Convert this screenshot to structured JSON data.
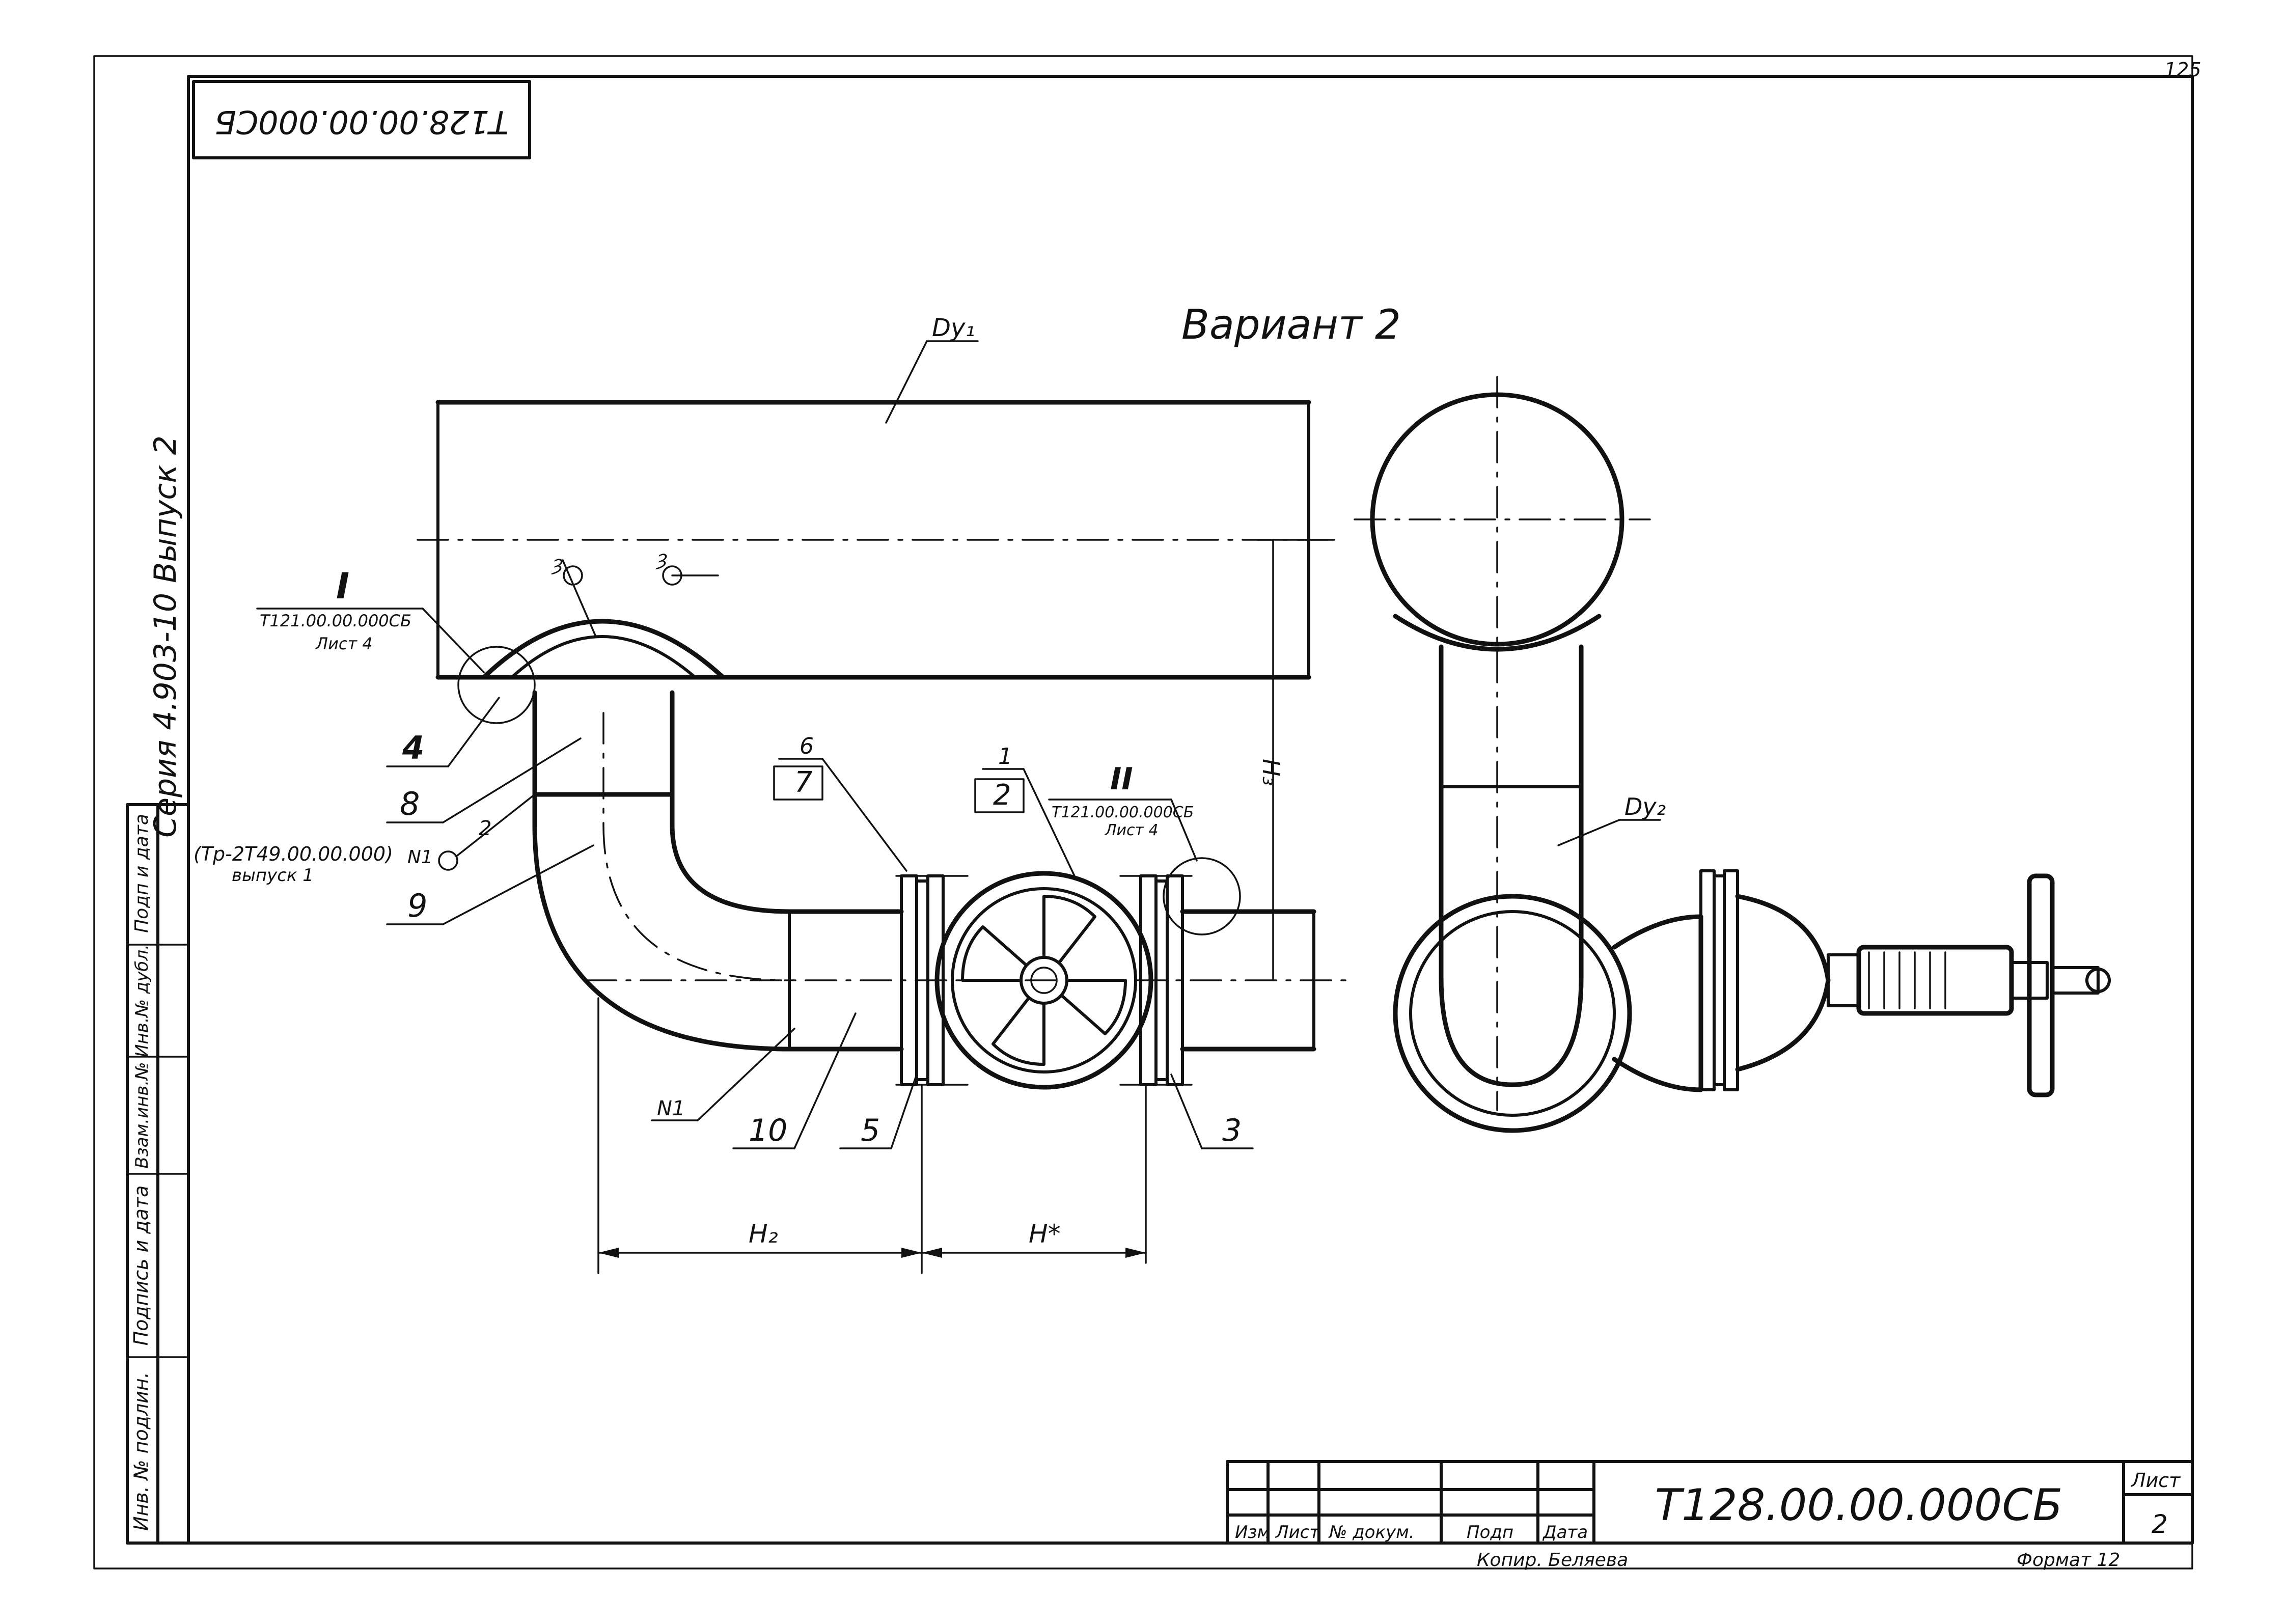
{
  "sheet_number_top": "125",
  "stamp_top": "Т128.00.00.000СБ",
  "title": "Вариант 2",
  "series_text": "Серия 4.903-10  Выпуск 2",
  "side_stamp": [
    "Инв. № подлин.",
    "Подпись и дата",
    "Взам.инв.№",
    "Инв.№ дубл.",
    "Подп и дата"
  ],
  "pipe_labels": {
    "dy1": "Dy₁",
    "dy2": "Dy₂",
    "h3": "H₃",
    "h2": "H₂",
    "hstar": "H*"
  },
  "callouts": {
    "detail_I": {
      "numeral": "I",
      "ref": "Т121.00.00.000СБ",
      "sheet": "Лист 4"
    },
    "detail_II": {
      "numeral": "II",
      "ref": "Т121.00.00.000СБ",
      "sheet": "Лист 4"
    },
    "ref_tr": {
      "ref": "(Тр-2Т49.00.00.000)",
      "issue": "выпуск 1"
    },
    "positions": [
      "4",
      "8",
      "9",
      "10",
      "5",
      "3",
      "1",
      "2",
      "6",
      "7",
      "N1",
      "2",
      "N1"
    ]
  },
  "title_block": {
    "headers": [
      "Изм",
      "Лист",
      "№ докум.",
      "Подп",
      "Дата"
    ],
    "code": "Т128.00.00.000СБ",
    "sheet_label": "Лист",
    "sheet_value": "2",
    "copied": "Копир. Беляева",
    "format": "Формат 12"
  },
  "colors": {
    "ink": "#111111",
    "paper": "#ffffff"
  }
}
